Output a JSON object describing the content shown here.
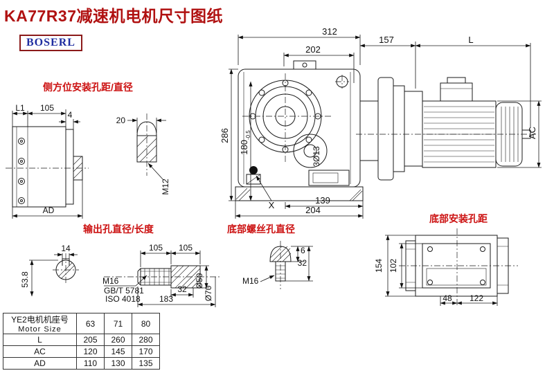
{
  "title": "KA77R37减速机电机尺寸图纸",
  "logo": "BOSERL",
  "labels": {
    "side_mount": "侧方位安装孔距/直径",
    "output_hole": "输出孔直径/长度",
    "bottom_screw": "底部螺丝孔直径",
    "bottom_mount": "底部安装孔距"
  },
  "dims": {
    "overall_width": "312",
    "inner_width": "202",
    "motor_gap": "157",
    "motor_length": "L",
    "overall_height": "286",
    "height_180": "180",
    "height_180_tol": "-0.5",
    "motor_diameter": "AC",
    "holes_3x13": "3Ø13",
    "foot_x": "X",
    "foot_139": "139",
    "foot_204": "204",
    "left_L1": "L1",
    "left_105": "105",
    "plate_4": "4",
    "left_AD": "AD",
    "plug_20": "20",
    "plug_M12": "M12",
    "shaft_105a": "105",
    "shaft_105b": "105",
    "shaft_M16": "M16",
    "shaft_gb": "GB/T 5781",
    "shaft_iso": "ISO 4018",
    "shaft_32": "32",
    "shaft_183": "183",
    "shaft_d50": "Ø50",
    "shaft_d70": "Ø70",
    "key_14": "14",
    "key_53_8": "53.8",
    "screw_6": "6",
    "screw_32": "32",
    "screw_M16": "M16",
    "base_154": "154",
    "base_102": "102",
    "base_48": "48",
    "base_122": "122"
  },
  "table": {
    "header_cn": "YE2电机机座号",
    "header_en": "Motor Size",
    "sizes": [
      "63",
      "71",
      "80"
    ],
    "rows": [
      {
        "label": "L",
        "values": [
          "205",
          "260",
          "280"
        ]
      },
      {
        "label": "AC",
        "values": [
          "120",
          "145",
          "170"
        ]
      },
      {
        "label": "AD",
        "values": [
          "110",
          "130",
          "135"
        ]
      }
    ]
  }
}
